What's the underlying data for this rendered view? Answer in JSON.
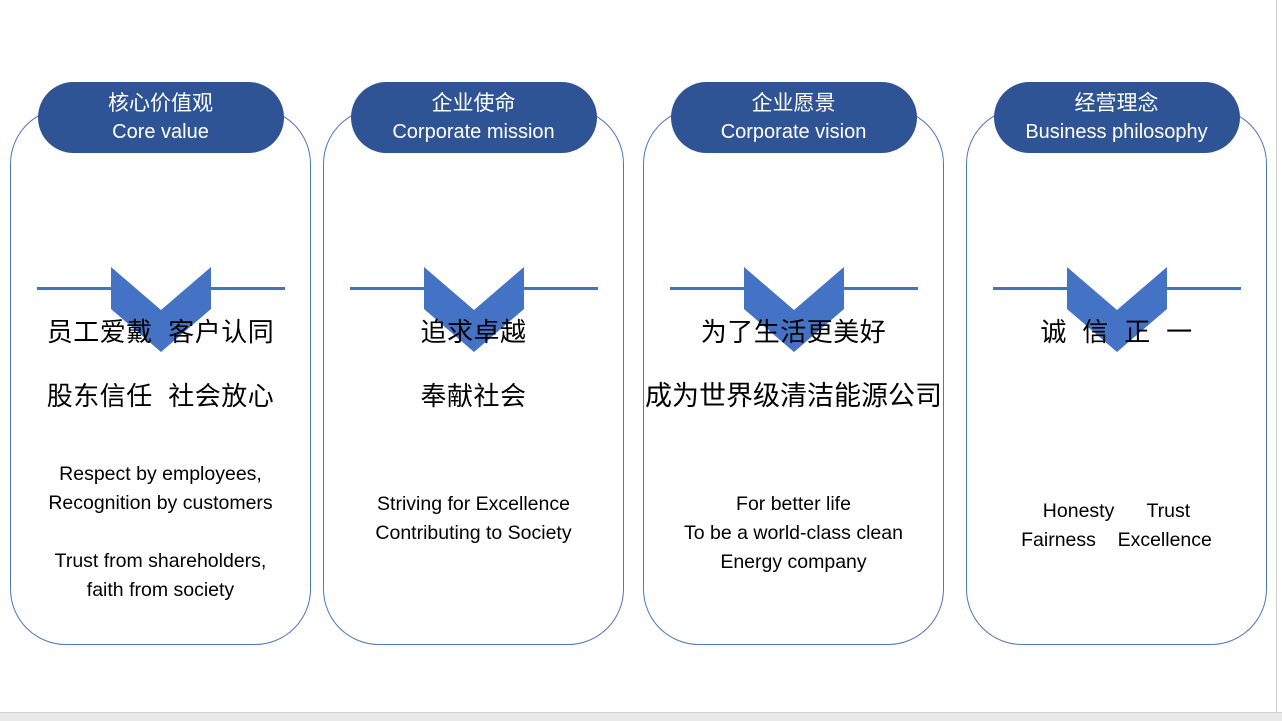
{
  "colors": {
    "header_pill_fill": "#2F5496",
    "header_pill_text": "#FFFFFF",
    "chevron_and_line": "#4472C4",
    "card_border": "#4D76BD",
    "body_text": "#000000",
    "right_edge_line": "#D0D0D0",
    "bottom_bar": "#E9E9E9",
    "background": "#FFFFFF"
  },
  "columns": [
    {
      "id": "core-value",
      "header_zh": "核心价值观",
      "header_en": "Core value",
      "body_zh_1": "员工爱戴  客户认同",
      "body_zh_2": "股东信任  社会放心",
      "body_en_1": "Respect by employees,\nRecognition by customers",
      "body_en_2": "Trust from shareholders,\nfaith from society"
    },
    {
      "id": "corporate-mission",
      "header_zh": "企业使命",
      "header_en": "Corporate mission",
      "body_zh_1": "追求卓越",
      "body_zh_2": "奉献社会",
      "body_en_1": "Striving for Excellence\nContributing to Society"
    },
    {
      "id": "corporate-vision",
      "header_zh": "企业愿景",
      "header_en": "Corporate vision",
      "body_zh_1": "为了生活更美好",
      "body_zh_2": "成为世界级清洁能源公司",
      "body_en_1": "For better life\nTo be a world-class clean\nEnergy company"
    },
    {
      "id": "business-philosophy",
      "header_zh": "经营理念",
      "header_en": "Business philosophy",
      "body_zh_1": "诚  信  正  一",
      "body_en_1": "Honesty      Trust\nFairness    Excellence"
    }
  ]
}
